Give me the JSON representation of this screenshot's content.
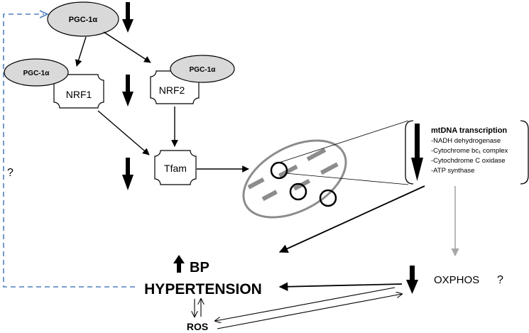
{
  "nodes": {
    "pgc_top": "PGC-1α",
    "pgc_nrf1": "PGC-1α",
    "pgc_nrf2": "PGC-1α",
    "nrf1": "NRF1",
    "nrf2": "NRF2",
    "tfam": "Tfam"
  },
  "mtdna": {
    "title": "mtDNA transcription",
    "items": [
      "-NADH dehydrogenase",
      "-Cytochrome bc₁ complex",
      "-Cytochdrome  C oxidase",
      "-ATP synthase"
    ]
  },
  "outcomes": {
    "bp": "BP",
    "hypertension": "HYPERTENSION",
    "ros": "ROS",
    "oxphos": "OXPHOS",
    "oxphos_q": "?",
    "left_q": "?"
  },
  "colors": {
    "ellipse_fill": "#d9d9d9",
    "mito_gray": "#8c8c8c",
    "dashed_blue": "#4f81bd",
    "gray_arrow": "#a6a6a6"
  }
}
